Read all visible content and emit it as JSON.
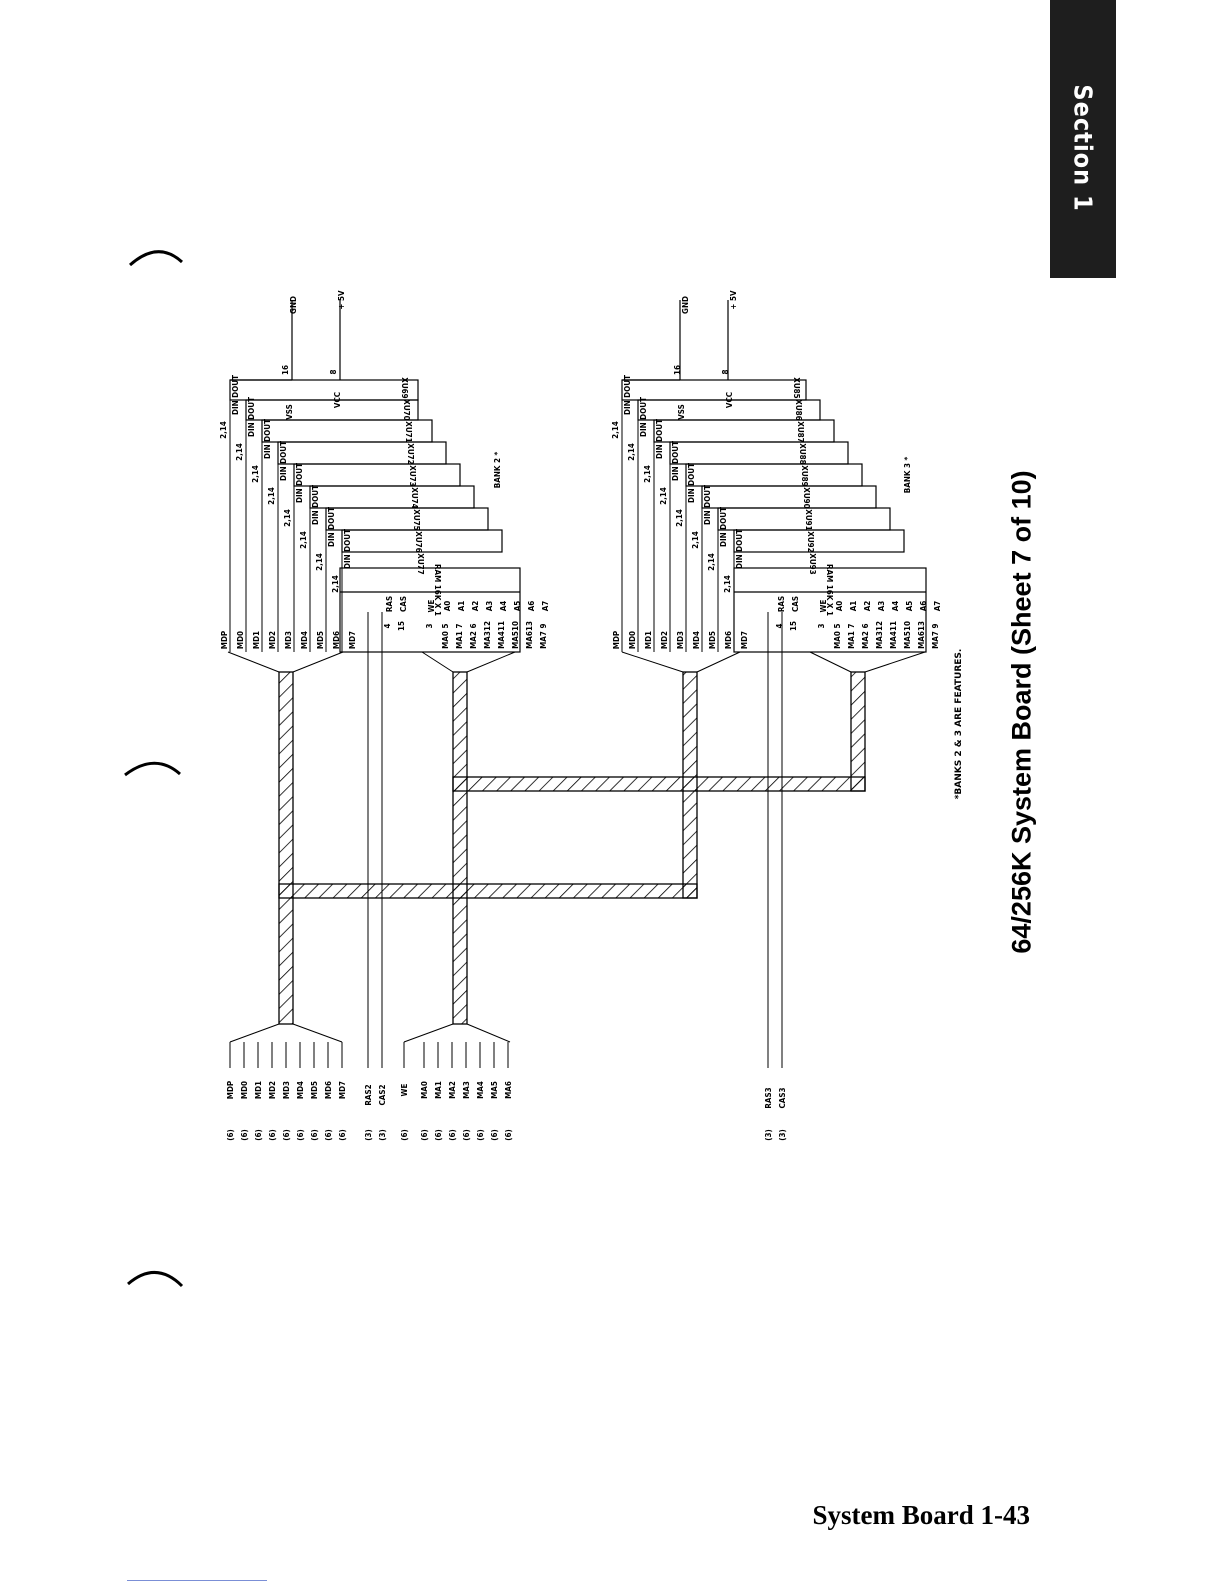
{
  "section_tab": "Section 1",
  "title": "64/256K System Board (Sheet 7 of 10)",
  "footer": "System Board  1-43",
  "footnote": "*BANKS 2 & 3 ARE FEATURES.",
  "input_signals": {
    "sheet_refs_data": [
      "(6)",
      "(6)",
      "(6)",
      "(6)",
      "(6)",
      "(6)",
      "(6)",
      "(6)",
      "(6)"
    ],
    "data": [
      "MDP",
      "MD0",
      "MD1",
      "MD2",
      "MD3",
      "MD4",
      "MD5",
      "MD6",
      "MD7"
    ],
    "strobes_bank2": [
      "RAS2",
      "CAS2"
    ],
    "strobe_refs_bank2": [
      "(3)",
      "(3)"
    ],
    "we": "WE",
    "we_ref": "(6)",
    "address": [
      "MA0",
      "MA1",
      "MA2",
      "MA3",
      "MA4",
      "MA5",
      "MA6"
    ],
    "address_refs": [
      "(6)",
      "(6)",
      "(6)",
      "(6)",
      "(6)",
      "(6)",
      "(6)"
    ],
    "strobes_bank3": [
      "RAS3",
      "CAS3"
    ],
    "strobe_refs_bank3": [
      "(3)",
      "(3)"
    ]
  },
  "bank2": {
    "label": "BANK 2 *",
    "chips": [
      "XU69",
      "XU70",
      "XU71",
      "XU72",
      "XU73",
      "XU74",
      "XU75",
      "XU76",
      "XU77"
    ],
    "part": "RAM 16K X 1",
    "power": {
      "gnd": "GND",
      "vcc": "+ 5V",
      "vss_label": "VSS",
      "vcc_label": "VCC",
      "vss_pin": "16",
      "vcc_pin": "8"
    }
  },
  "bank3": {
    "label": "BANK 3 *",
    "chips": [
      "XU85",
      "XU86",
      "XU87",
      "XU88",
      "XU89",
      "XU90",
      "XU91",
      "XU92",
      "XU93"
    ],
    "part": "RAM 16K X 1",
    "power": {
      "gnd": "GND",
      "vcc": "+ 5V",
      "vss_label": "VSS",
      "vcc_label": "VCC",
      "vss_pin": "16",
      "vcc_pin": "8"
    }
  },
  "chip_pins": {
    "data_pin_label": "2,14",
    "din_dout": "DIN DOUT",
    "ras": "RAS",
    "ras_pin": "4",
    "cas": "CAS",
    "cas_pin": "15",
    "we": "WE",
    "we_pin": "3",
    "address": [
      "A0",
      "A1",
      "A2",
      "A3",
      "A4",
      "A5",
      "A6",
      "A7"
    ],
    "address_pins": [
      "5",
      "7",
      "6",
      "12",
      "11",
      "10",
      "13",
      "9"
    ],
    "address_signals": [
      "MA0",
      "MA1",
      "MA2",
      "MA3",
      "MA4",
      "MA5",
      "MA6",
      "MA7"
    ],
    "data_signals": [
      "MDP",
      "MD0",
      "MD1",
      "MD2",
      "MD3",
      "MD4",
      "MD5",
      "MD6",
      "MD7"
    ]
  }
}
